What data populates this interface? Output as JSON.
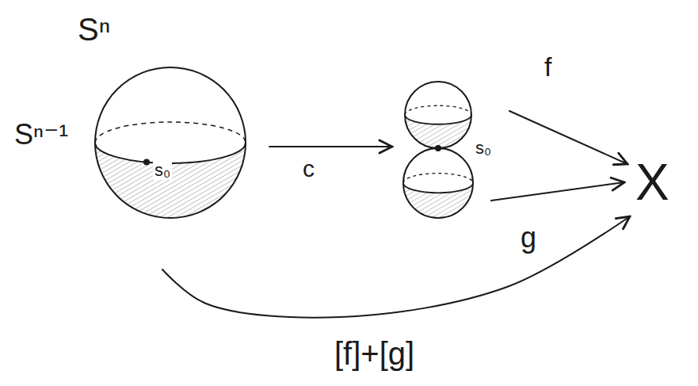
{
  "diagram": {
    "nodes": [
      {
        "text": [
          "Sⁿ",
          "Sⁿ⁻¹",
          "s₀"
        ]
      },
      {
        "text": [
          "s₀"
        ]
      },
      {
        "text": [
          "X"
        ]
      }
    ],
    "edges": [
      {
        "from": 0,
        "to": 1,
        "label": "c",
        "arrow": "to"
      },
      {
        "from": 1,
        "to": 2,
        "label": "f",
        "arrow": "to"
      },
      {
        "from": 1,
        "to": 2,
        "label": "g",
        "arrow": "to"
      },
      {
        "from": 0,
        "to": 2,
        "label": "[f]+[g]",
        "arrow": "to"
      }
    ]
  }
}
